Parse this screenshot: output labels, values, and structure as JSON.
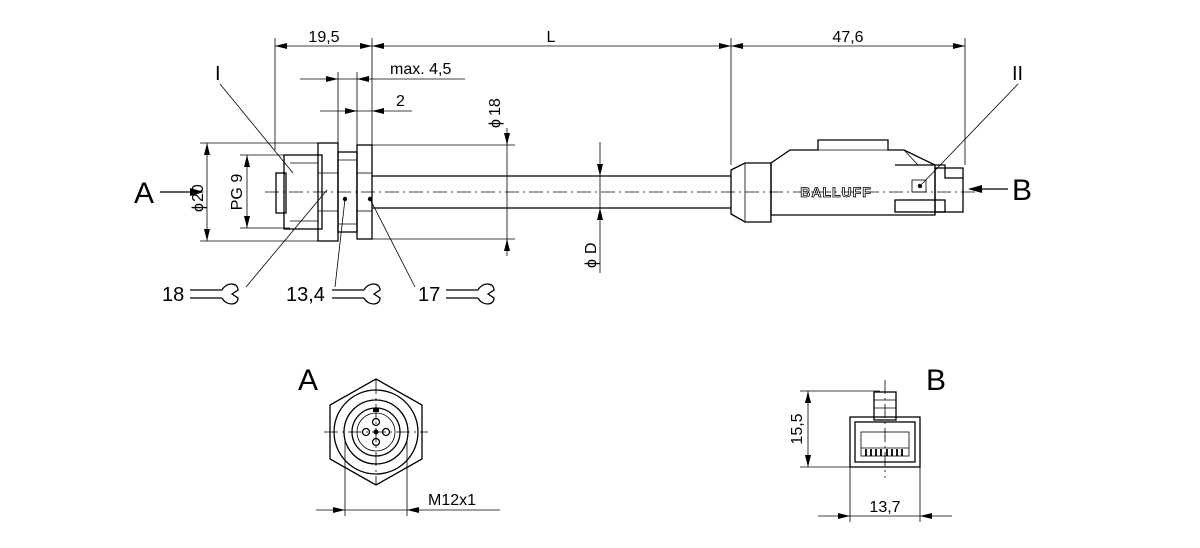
{
  "dimensions": {
    "d1": "19,5",
    "l": "L",
    "d2": "47,6",
    "max": "max. 4,5",
    "two": "2",
    "phi18": "18",
    "phi20": "20",
    "pg9": "PG 9",
    "phiD": "D",
    "w18": "18",
    "w134": "13,4",
    "w17": "17",
    "thread": "M12x1",
    "h155": "15,5",
    "w137": "13,7",
    "phi_symbol": "ϕ"
  },
  "labels": {
    "roman1": "I",
    "roman2": "II",
    "view_a": "A",
    "view_b": "B",
    "view_a_title": "A",
    "view_b_title": "B"
  },
  "brand": "BALLUFF"
}
